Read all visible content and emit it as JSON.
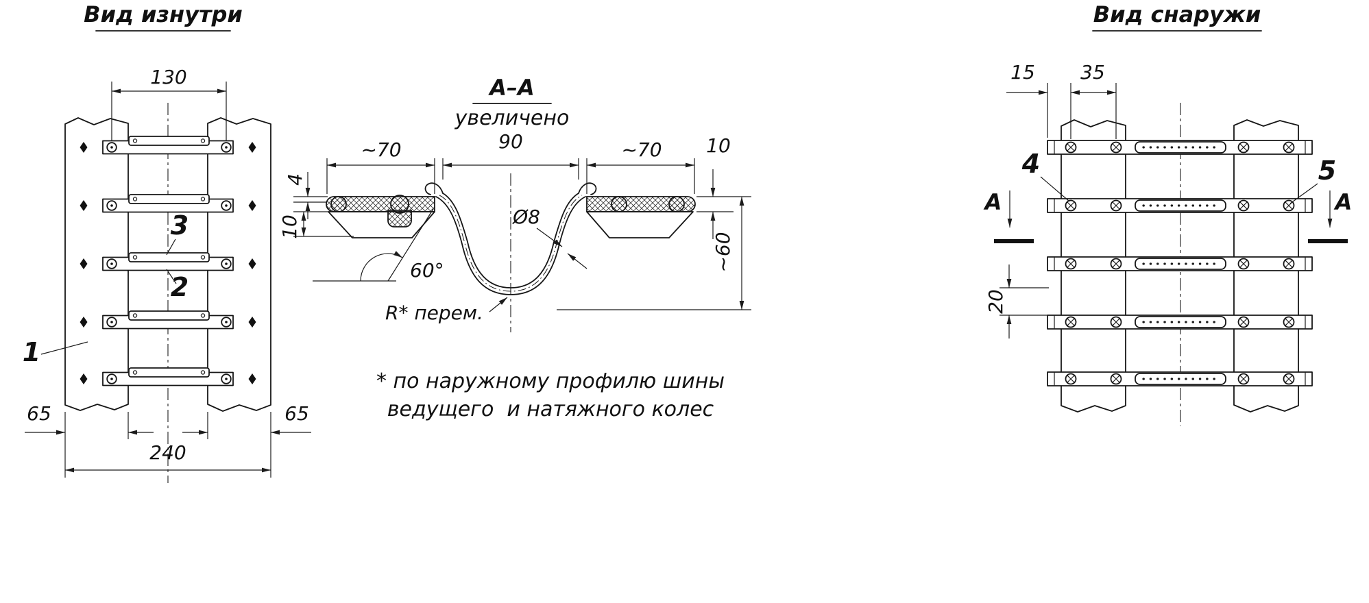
{
  "drawing": {
    "inside": {
      "title": "Вид изнутри"
    },
    "section": {
      "title": "А–А",
      "subtitle": "увеличено"
    },
    "outside": {
      "title": "Вид снаружи"
    },
    "note_line1": "* по наружному профилю шины",
    "note_line2": "ведущего  и натяжного колес"
  },
  "dims": {
    "d130": "130",
    "d240": "240",
    "d65l": "65",
    "d65r": "65",
    "s70l": "~70",
    "s90": "90",
    "s70r": "~70",
    "s10r": "10",
    "s4": "4",
    "s10l": "10",
    "s60deg": "60°",
    "sd8": "Ø8",
    "s60": "~60",
    "sr": "R* перем.",
    "o15": "15",
    "o35": "35",
    "o20": "20"
  },
  "parts": {
    "p1": "1",
    "p2": "2",
    "p3": "3",
    "p4": "4",
    "p5": "5"
  },
  "marks": {
    "section_left": "А",
    "section_right": "А"
  }
}
